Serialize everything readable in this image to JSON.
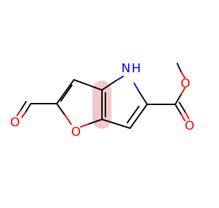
{
  "molecule": {
    "atom_labels": {
      "ring_oxygen": "O",
      "aldehyde_oxygen": "O",
      "carbonyl_oxygen": "O",
      "ether_oxygen": "O",
      "pyrrole_nitrogen": "N",
      "pyrrole_hydrogen": "H"
    }
  },
  "colors": {
    "bond": "#000000",
    "oxygen": "#ff0000",
    "nitrogen": "#0000ff",
    "fused_bond_highlight": "#f2c8cc"
  }
}
